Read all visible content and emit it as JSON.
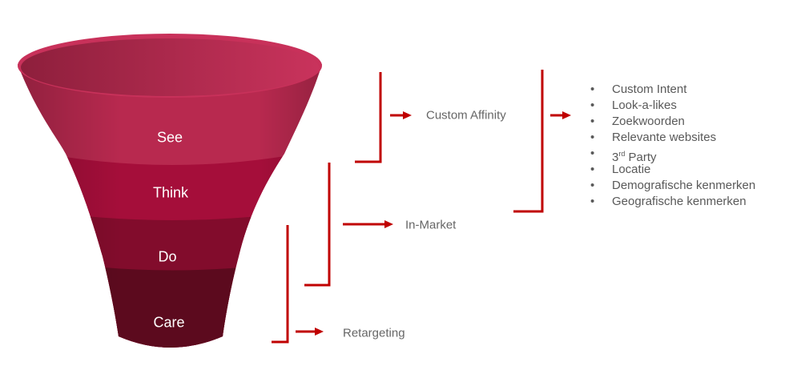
{
  "funnel": {
    "stages": [
      {
        "label": "See",
        "color": "#b8294f"
      },
      {
        "label": "Think",
        "color": "#a50e3a"
      },
      {
        "label": "Do",
        "color": "#820c2c"
      },
      {
        "label": "Care",
        "color": "#5c0a1e"
      }
    ],
    "rim_color": "#c8315a"
  },
  "targets": {
    "custom_affinity": "Custom Affinity",
    "in_market": "In-Market",
    "retargeting": "Retargeting"
  },
  "accent": "#c00000",
  "bullet": "•",
  "list": [
    {
      "text": "Custom Intent"
    },
    {
      "text": "Look-a-likes"
    },
    {
      "text": "Zoekwoorden"
    },
    {
      "text": "Relevante websites"
    },
    {
      "text": "3",
      "sup": "rd",
      "rest": " Party"
    },
    {
      "text": "Locatie"
    },
    {
      "text": "Demografische kenmerken"
    },
    {
      "text": "Geografische kenmerken"
    }
  ]
}
